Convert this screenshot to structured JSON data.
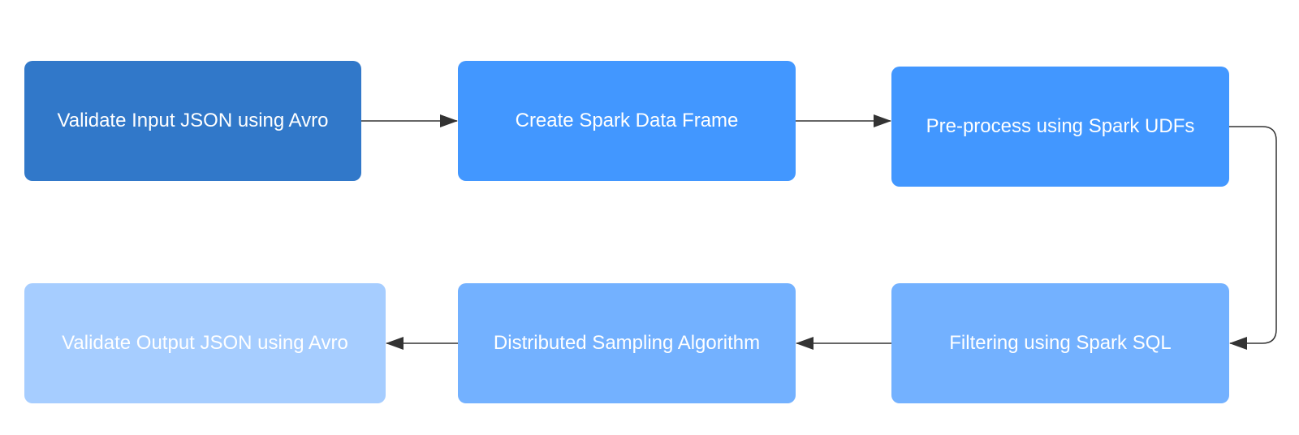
{
  "nodes": [
    {
      "id": "n1",
      "label": "Validate Input JSON using Avro",
      "color": "#3178C9"
    },
    {
      "id": "n2",
      "label": "Create Spark Data Frame",
      "color": "#4297FF"
    },
    {
      "id": "n3",
      "label": "Pre-process using Spark UDFs",
      "color": "#4297FF"
    },
    {
      "id": "n4",
      "label": "Filtering using Spark SQL",
      "color": "#73B1FF"
    },
    {
      "id": "n5",
      "label": "Distributed Sampling Algorithm",
      "color": "#73B1FF"
    },
    {
      "id": "n6",
      "label": "Validate Output JSON using Avro",
      "color": "#A6CDFF"
    }
  ],
  "edges": [
    {
      "from": "n1",
      "to": "n2"
    },
    {
      "from": "n2",
      "to": "n3"
    },
    {
      "from": "n3",
      "to": "n4"
    },
    {
      "from": "n4",
      "to": "n5"
    },
    {
      "from": "n5",
      "to": "n6"
    }
  ],
  "line_color": "#333333"
}
